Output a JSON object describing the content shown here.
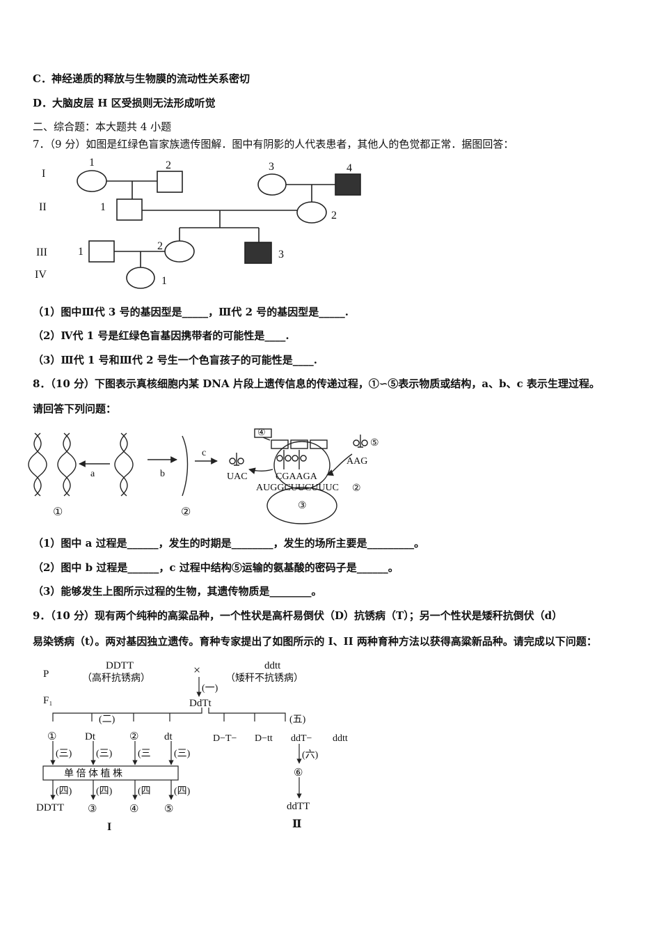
{
  "q6": {
    "optC": "C．神经递质的释放与生物膜的流动性关系密切",
    "optD": "D．大脑皮层 H 区受损则无法形成听觉"
  },
  "section2": "二、综合题：本大题共 4 小题",
  "q7": {
    "stem": "7．（9 分）如图是红绿色盲家族遗传图解．图中有阴影的人代表患者，其他人的色觉都正常．据图回答：",
    "pedigree": {
      "generations": [
        "I",
        "II",
        "III",
        "IV"
      ],
      "numbers": [
        "1",
        "2",
        "3",
        "4",
        "1",
        "2",
        "1",
        "2",
        "3",
        "1"
      ],
      "affected": [
        "I-4",
        "III-3"
      ]
    },
    "q1": "（1）图中Ⅲ代 3 号的基因型是_____，Ⅲ代 2 号的基因型是_____.",
    "q2": "（2）Ⅳ代 1 号是红绿色盲基因携带者的可能性是____.",
    "q3": "（3）Ⅲ代 1 号和Ⅲ代 2 号生一个色盲孩子的可能性是____."
  },
  "q8": {
    "stem1": "8．（10 分）下图表示真核细胞内某 DNA 片段上遗传信息的传递过程，①∽⑤表示物质或结构，a、b、c 表示生理过程。",
    "stem2": "请回答下列问题：",
    "diagram": {
      "a": "a",
      "b": "b",
      "c": "c",
      "n1": "①",
      "n2": "②",
      "n3": "③",
      "n4": "④",
      "n5": "⑤",
      "n2b": "②",
      "uac": "UAC",
      "aag": "AAG",
      "cgaaga": "CGAAGA",
      "mrna": "AUGGCUUCUUUC"
    },
    "q1": "（1）图中 a 过程是______，发生的时期是________，发生的场所主要是_________。",
    "q2": "（2）图中 b 过程是______，c 过程中结构⑤运输的氨基酸的密码子是______。",
    "q3": "（3）能够发生上图所示过程的生物，其遗传物质是________。"
  },
  "q9": {
    "stem1": "9．（10 分）现有两个纯种的高粱品种，一个性状是高杆易倒伏（D）抗锈病（T）；另一个性状是矮秆抗倒伏（d）",
    "stem2": "易染锈病（t）。两对基因独立遗传。育种专家提出了如图所示的 I、II 两种育种方法以获得高粱新品种。请完成以下问题：",
    "diagram": {
      "P": "P",
      "F1": "F₁",
      "ddtt_top": "DDTT",
      "ddtt_top_note": "（高秆抗锈病）",
      "ddtt2": "ddtt",
      "ddtt2_note": "（矮秆不抗锈病）",
      "cross": "×",
      "step1": "(一)",
      "f1": "DdTt",
      "step2": "(二)",
      "step5": "(五)",
      "g1": "①",
      "g2": "Dt",
      "g3": "②",
      "g4": "dt",
      "s3a": "(三)",
      "s3b": "(三)",
      "s3c": "(三",
      "s3d": "(三)",
      "haploid": "单 倍 体 植 株",
      "s4a": "(四)",
      "s4b": "(四)",
      "s4c": "(四",
      "s4d": "(四)",
      "r1": "DDTT",
      "r2": "③",
      "r3": "④",
      "r4": "⑤",
      "p1": "D−T−",
      "p2": "D−tt",
      "p3": "ddT−",
      "p4": "ddtt",
      "step6": "(六)",
      "n6": "⑥",
      "final": "ddTT",
      "labelI": "I",
      "labelII": "Ⅱ"
    }
  }
}
